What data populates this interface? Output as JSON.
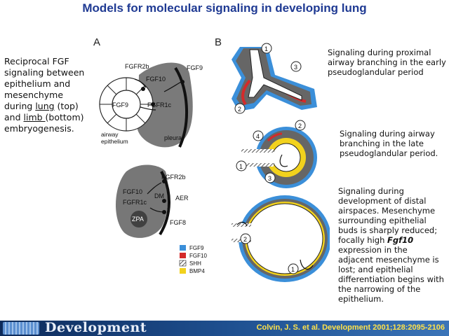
{
  "title": "Models for molecular signaling in developing lung",
  "left_caption": {
    "line1": "Reciprocal FGF signaling between epithelium and mesenchyme during",
    "lung": "lung",
    "mid": " (top) and ",
    "limb": "limb ",
    "end": "(bottom) embryogenesis."
  },
  "panel_a": {
    "label": "A",
    "top": {
      "fgfr2b": "FGFR2b",
      "fgf10": "FGF10",
      "fgf9_right": "FGF9",
      "fgf9_center": "FGF9",
      "fgfr1c": "FGFR1c",
      "airway_epithelium_1": "airway",
      "airway_epithelium_2": "epithelium",
      "pleura": "pleura"
    },
    "bottom": {
      "fgfr2b": "FGFR2b",
      "fgf10": "FGF10",
      "fgfr1c": "FGFR1c",
      "dm": "DM",
      "aer": "AER",
      "zpa": "ZPA",
      "fgf8": "FGF8"
    },
    "legend": [
      {
        "label": "FGF9",
        "color": "#3b8fd9"
      },
      {
        "label": "FGF10",
        "color": "#d42a2a"
      },
      {
        "label": "SHH",
        "color": "hatch"
      },
      {
        "label": "BMP4",
        "color": "#f2d21d"
      }
    ]
  },
  "panel_b": {
    "label": "B",
    "markers": {
      "m1a": "1",
      "m2a": "2",
      "m3a": "3",
      "m1b": "1",
      "m2b": "2",
      "m3b": "3",
      "m4b": "4",
      "m1c": "1",
      "m2c": "2"
    }
  },
  "captions": {
    "c1": "Signaling during proximal airway branching in the early pseudoglandular period",
    "c2": "Signaling during airway branching in the late pseudoglandular period.",
    "c3_a": "Signaling during development of distal airspaces. Mesenchyme surrounding epithelial buds is sharply reduced; focally high ",
    "c3_fgf10": "Fgf10",
    "c3_b": " expression in the adjacent mesenchyme is lost; and epithelial differentiation begins with the narrowing of the epithelium."
  },
  "footer": {
    "brand": "Development",
    "citation": "Colvin, J. S. et al. Development 2001;128:2095-2106"
  },
  "colors": {
    "title": "#1f3a93",
    "mesenchyme_gray": "#777777",
    "fgf9_blue": "#3b8fd9",
    "fgf10_red": "#d42a2a",
    "bmp4_yellow": "#f2d21d"
  }
}
